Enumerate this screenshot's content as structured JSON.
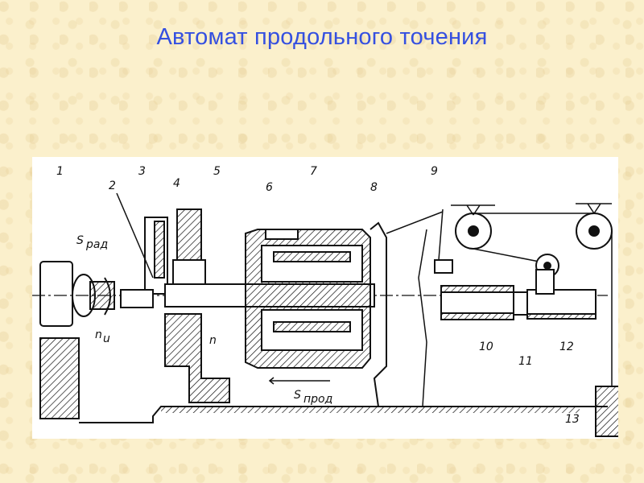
{
  "slide": {
    "title": "Автомат продольного точения"
  },
  "diagram": {
    "labels": {
      "n1": "1",
      "n2": "2",
      "n3": "3",
      "n4": "4",
      "n5": "5",
      "n6": "6",
      "n7": "7",
      "n8": "8",
      "n9": "9",
      "n10": "10",
      "n11": "11",
      "n12": "12",
      "n13": "13",
      "s_rad": "S",
      "s_rad_sub": "рад",
      "n_u": "n",
      "n_u_sub": "u",
      "n": "n",
      "s_prod": "S",
      "s_prod_sub": "прод"
    }
  }
}
